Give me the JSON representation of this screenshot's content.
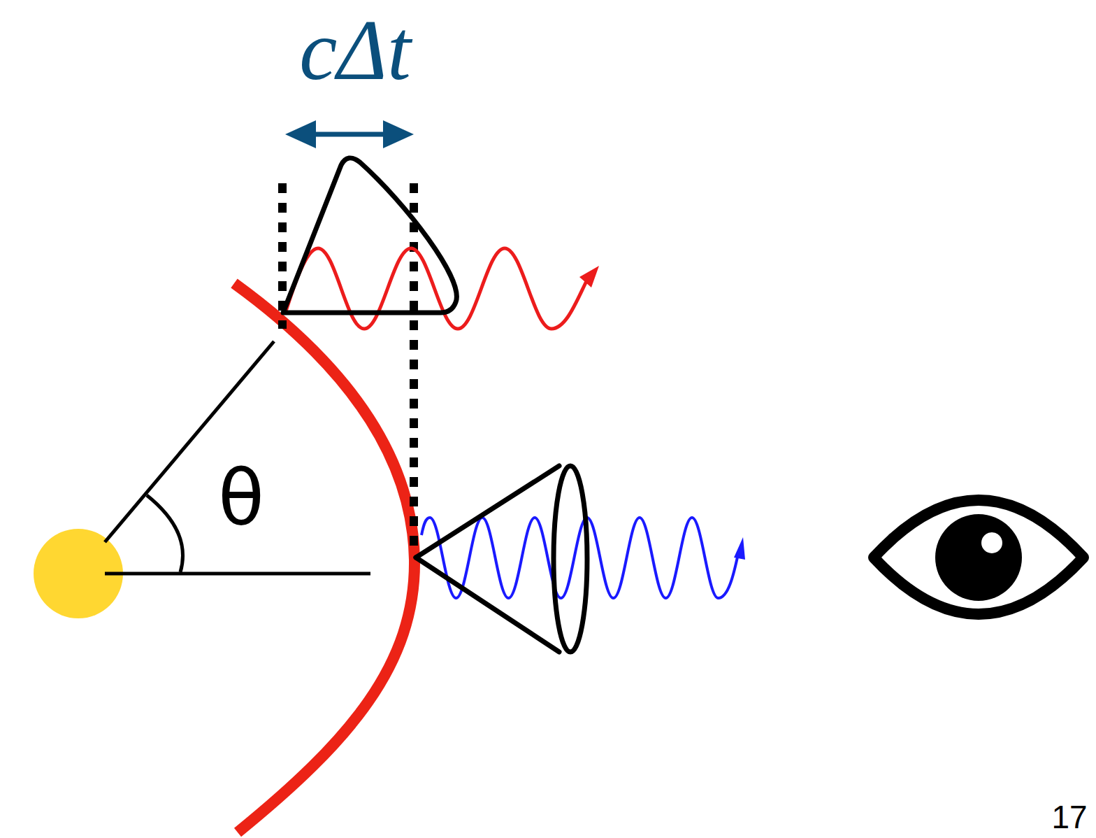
{
  "diagram": {
    "labels": [
      "cΔt",
      "θ",
      "17"
    ]
  }
}
